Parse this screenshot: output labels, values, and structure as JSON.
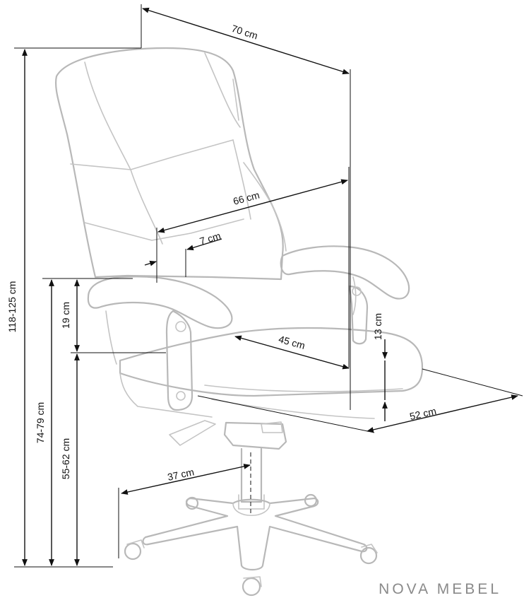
{
  "dimensions": {
    "overall_width": "70 cm",
    "backrest_width": "66 cm",
    "armrest_width": "7 cm",
    "armrest_height": "19 cm",
    "seat_depth": "45 cm",
    "seat_thickness": "13 cm",
    "depth": "52 cm",
    "base_radius": "37 cm",
    "total_height": "118-125 cm",
    "armrest_floor_height": "74-79 cm",
    "seat_height": "55-62 cm"
  },
  "brand": {
    "name": "NOVA MEBEL",
    "color": "#8a8a8a"
  },
  "colors": {
    "outline": "#b8b8b8",
    "dimension_line": "#111111"
  }
}
